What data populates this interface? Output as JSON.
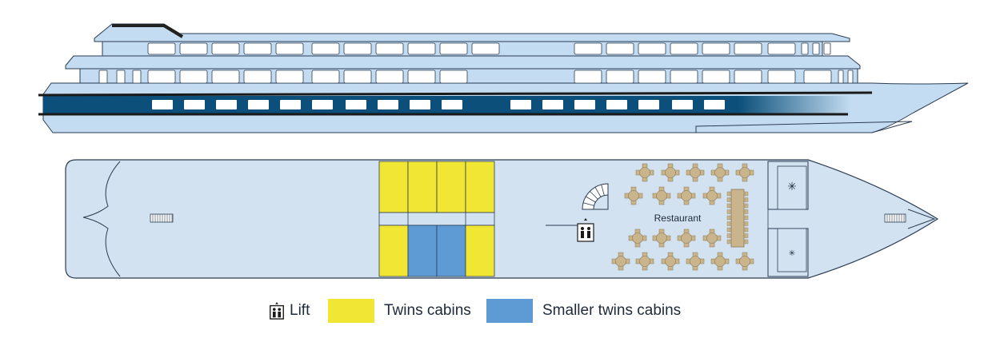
{
  "deck_plan": {
    "restaurant_label": "Restaurant"
  },
  "legend": {
    "lift_label": "Lift",
    "twins_label": "Twins cabins",
    "smaller_twins_label": "Smaller twins cabins"
  },
  "colors": {
    "hull_light": "#c3dcf1",
    "hull_outline": "#2b3c52",
    "hull_band": "#0b4f7a",
    "deck_fill": "#d2e2f1",
    "twins_cabin": "#f2e634",
    "smaller_twins_cabin": "#5e9bd5",
    "table": "#c9b48c"
  },
  "icons": [
    "lift-icon",
    "staircase-icon",
    "snowflake-icon",
    "anchor-winch-icon"
  ]
}
